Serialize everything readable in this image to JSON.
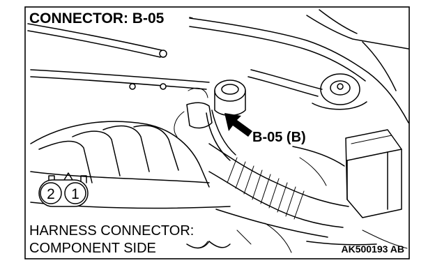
{
  "diagram": {
    "title": "CONNECTOR: B-05",
    "callout_label": "B-05 (B)",
    "caption_line1": "HARNESS CONNECTOR:",
    "caption_line2": "COMPONENT SIDE",
    "image_code": "AK500193 AB",
    "connector_pins": [
      "2",
      "1"
    ]
  },
  "icons": {
    "callout_arrow": "arrow-icon",
    "connector_face": "connector-icon"
  },
  "colors": {
    "ink": "#000000",
    "paper": "#ffffff"
  }
}
